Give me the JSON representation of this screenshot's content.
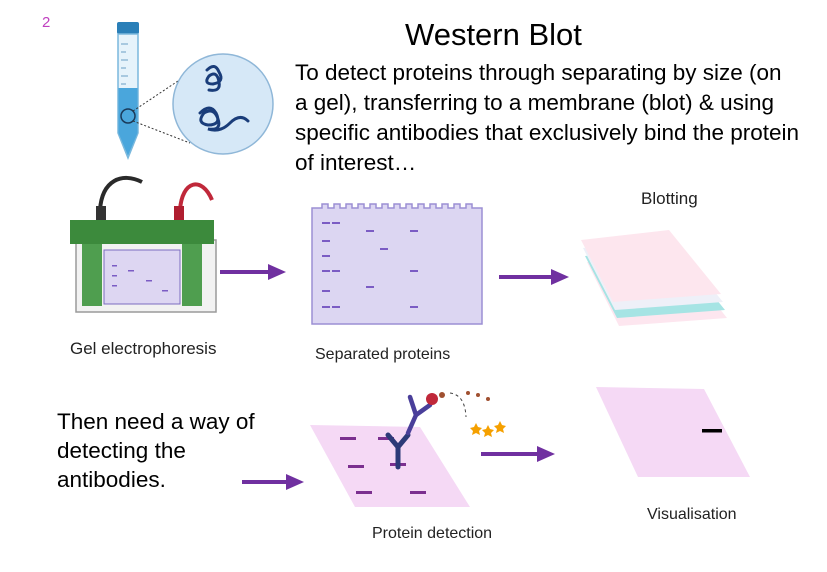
{
  "slide": {
    "number": "2"
  },
  "title": "Western Blot",
  "intro": "To detect proteins through separating by size (on a gel), transferring to a membrane (blot) & using specific antibodies that exclusively bind the protein of interest…",
  "then_text": "Then need a way of detecting the antibodies.",
  "steps": {
    "gel": "Gel electrophoresis",
    "separated": "Separated proteins",
    "blotting": "Blotting",
    "detection": "Protein detection",
    "visualisation": "Visualisation"
  },
  "colors": {
    "arrow": "#7030a0",
    "band": "#7b2f8f",
    "gel": "#dcd6f2",
    "membrane_pink": "#f5d9f5",
    "tube_blue": "#4aa6dc",
    "electrophoresis_green": "#3c8a3c"
  }
}
